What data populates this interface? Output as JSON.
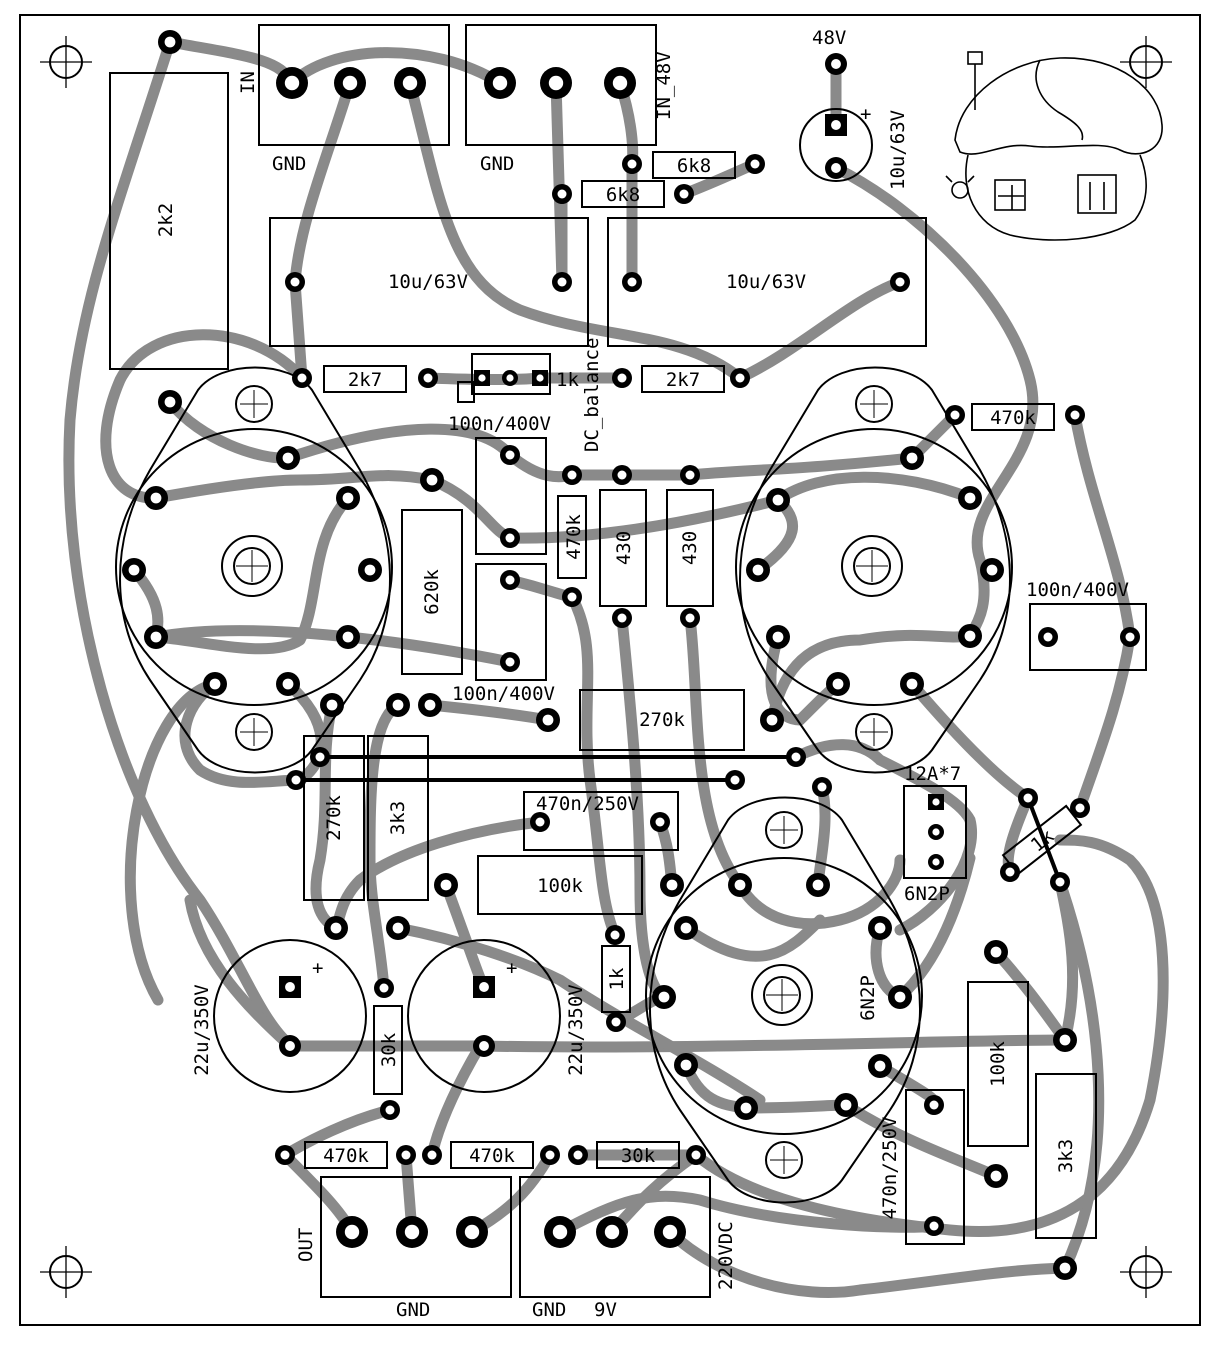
{
  "connectors": {
    "in": "IN",
    "in_48v": "IN_48V",
    "gnd_in": "GND",
    "gnd_48v": "GND",
    "out": "OUT",
    "gnd_out": "GND",
    "gnd_pwr": "GND",
    "v9": "9V",
    "vdc220": "220VDC",
    "v48": "48V"
  },
  "components": {
    "r_2k2": "2k2",
    "c_in_left": "10u/63V",
    "c_in_right": "10u/63V",
    "c_48v": "10u/63V",
    "r_6k8_a": "6k8",
    "r_6k8_b": "6k8",
    "r_2k7_left": "2k7",
    "r_2k7_right": "2k7",
    "pot_1k": "1k",
    "dc_balance": "DC_balance",
    "c_100n_a": "100n/400V",
    "c_100n_b": "100n/400V",
    "c_100n_c": "100n/400V",
    "r_470k_top": "470k",
    "r_470k_v": "470k",
    "r_620k": "620k",
    "r_430_a": "430",
    "r_430_b": "430",
    "r_270k_h": "270k",
    "r_270k_v": "270k",
    "r_3k3_left": "3k3",
    "c_470n_top": "470n/250V",
    "r_100k_h": "100k",
    "r_1k_v": "1k",
    "r_1k_diag": "1k",
    "c_22u_left": "22u/350V",
    "c_22u_right": "22u/350V",
    "r_30k_v": "30k",
    "r_470k_b1": "470k",
    "r_470k_b2": "470k",
    "r_30k_h": "30k",
    "r_100k_v": "100k",
    "r_3k3_right": "3k3",
    "c_470n_v": "470n/250V",
    "sock_12a7": "12A*7",
    "sock_6n2p": "6N2P",
    "tube_6n2p": "6N2P",
    "plus_1": "+",
    "plus_2": "+",
    "plus_3": "+"
  }
}
